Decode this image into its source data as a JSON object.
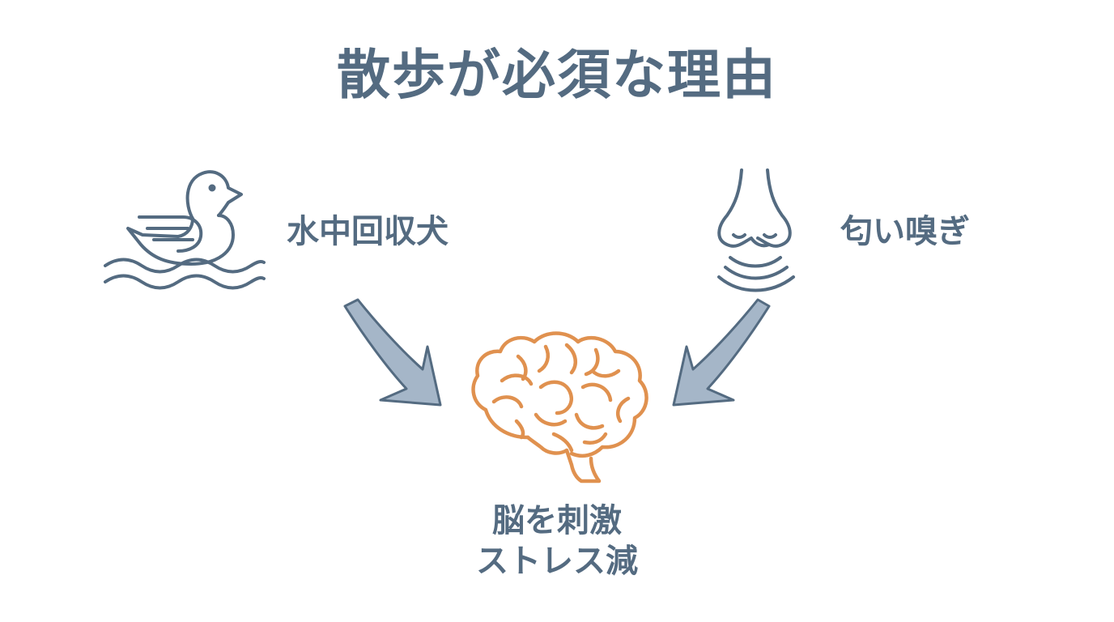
{
  "title": "散歩が必須な理由",
  "left_node": {
    "label": "水中回収犬",
    "icon": "duck-icon"
  },
  "right_node": {
    "label": "匂い嗅ぎ",
    "icon": "nose-icon"
  },
  "center_node": {
    "line1": "脳を刺激",
    "line2": "ストレス減",
    "icon": "brain-icon"
  },
  "colors": {
    "text": "#546b81",
    "icon_stroke": "#546b81",
    "arrow_fill": "#a5b6c8",
    "brain": "#e0914f"
  }
}
